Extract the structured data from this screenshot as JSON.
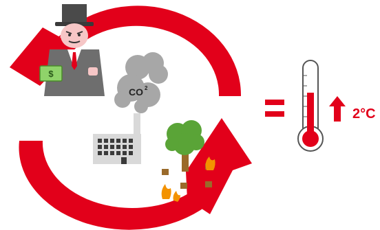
{
  "labels": {
    "co2_main": "CO",
    "co2_sub": "2",
    "temperature_rise": "2°C",
    "banknote_symbol": "$"
  },
  "colors": {
    "cycle_red": "#e2001a",
    "smoke_gray": "#a7a7a7",
    "suit_gray": "#6e6e6e",
    "skin_pink": "#f6c6c6",
    "tree_green": "#5aa437",
    "trunk_brown": "#9a6a2a",
    "factory_gray": "#d9d9d9",
    "money_green": "#8fd36a",
    "flame_orange": "#f39200"
  },
  "icons": [
    "capitalist-icon",
    "co2-cloud-icon",
    "factory-icon",
    "tree-icon",
    "burning-stumps-icon",
    "equals-icon",
    "thermometer-icon",
    "up-arrow-icon"
  ]
}
